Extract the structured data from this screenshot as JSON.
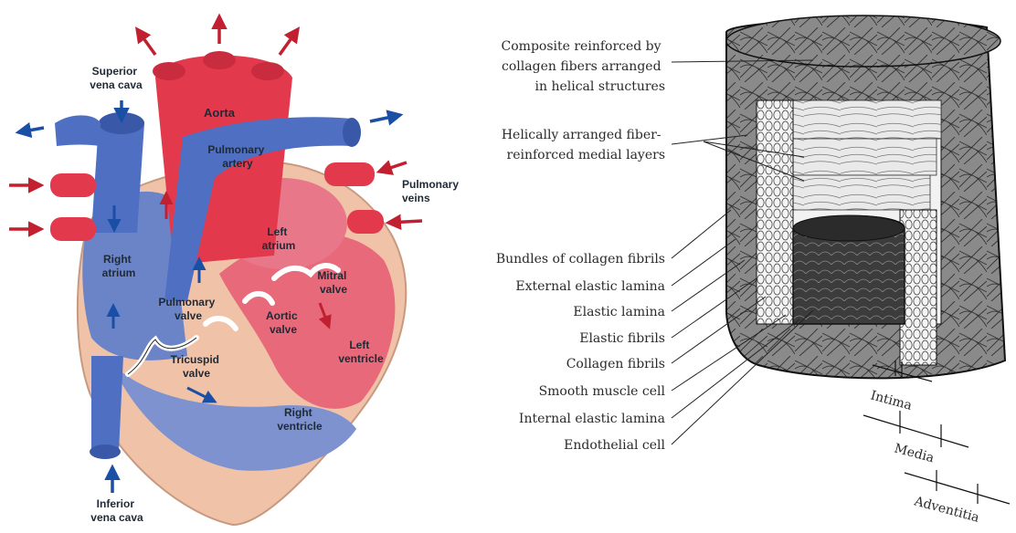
{
  "heart": {
    "colors": {
      "oxygenated": "#e23a4c",
      "deoxygenated": "#4f6fc2",
      "myocardium": "#f0c3a8",
      "arrow_red": "#c0202f",
      "arrow_blue": "#1a4fa6"
    },
    "labels": {
      "superior_vena_cava": [
        "Superior",
        "vena cava"
      ],
      "aorta": [
        "Aorta"
      ],
      "pulmonary_artery": [
        "Pulmonary",
        "artery"
      ],
      "pulmonary_veins": [
        "Pulmonary",
        "veins"
      ],
      "left_atrium": [
        "Left",
        "atrium"
      ],
      "right_atrium": [
        "Right",
        "atrium"
      ],
      "mitral_valve": [
        "Mitral",
        "valve"
      ],
      "pulmonary_valve": [
        "Pulmonary",
        "valve"
      ],
      "aortic_valve": [
        "Aortic",
        "valve"
      ],
      "left_ventricle": [
        "Left",
        "ventricle"
      ],
      "tricuspid_valve": [
        "Tricuspid",
        "valve"
      ],
      "right_ventricle": [
        "Right",
        "ventricle"
      ],
      "inferior_vena_cava": [
        "Inferior",
        "vena cava"
      ]
    }
  },
  "artery": {
    "labels": {
      "composite": [
        "Composite reinforced by",
        "collagen fibers arranged",
        "in helical structures"
      ],
      "helical_layers": [
        "Helically arranged fiber-",
        "reinforced medial layers"
      ],
      "bundles": "Bundles of collagen fibrils",
      "external_elastic": "External elastic lamina",
      "elastic_lamina": "Elastic lamina",
      "elastic_fibrils": "Elastic fibrils",
      "collagen_fibrils": "Collagen fibrils",
      "smooth_muscle": "Smooth muscle cell",
      "internal_elastic": "Internal elastic lamina",
      "endothelial": "Endothelial cell"
    },
    "layers": {
      "intima": "Intima",
      "media": "Media",
      "adventitia": "Adventitia"
    }
  }
}
